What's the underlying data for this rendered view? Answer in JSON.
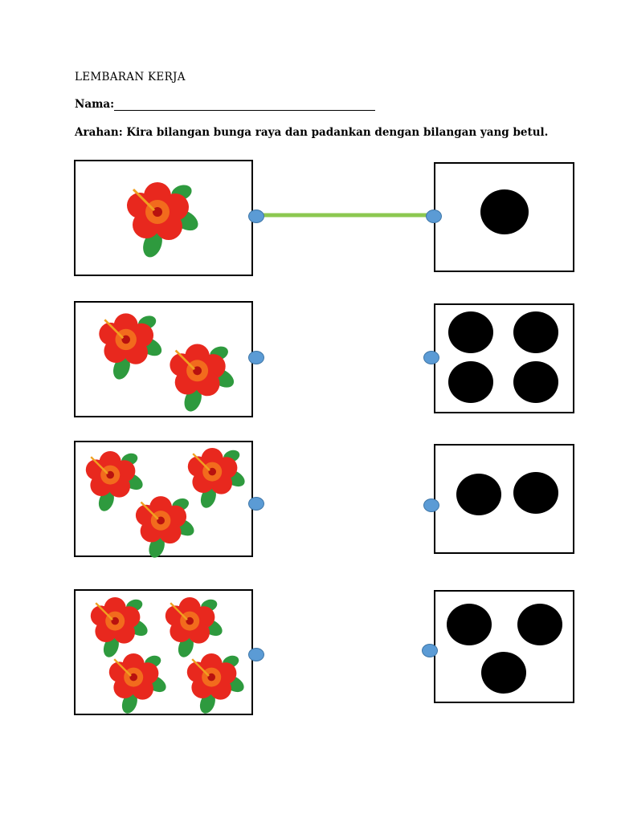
{
  "worksheet": {
    "title": "LEMBARAN KERJA",
    "name_label": "Nama:",
    "name_value": "",
    "instruction": "Arahan: Kira bilangan bunga raya dan padankan dengan bilangan yang betul."
  },
  "rows": [
    {
      "flower_count": 1,
      "dot_count": 1
    },
    {
      "flower_count": 2,
      "dot_count": 4
    },
    {
      "flower_count": 3,
      "dot_count": 2
    },
    {
      "flower_count": 4,
      "dot_count": 3
    }
  ],
  "matched_lines": [
    {
      "left_row": 1,
      "right_row": 1
    }
  ],
  "colors": {
    "connector": "#5b9bd5",
    "match_line": "#8cc850",
    "petal": "#e8281e",
    "petal_inner": "#f26b1d",
    "leaf": "#2e9a3e",
    "dot": "#000000"
  },
  "icons": {
    "flower": "hibiscus-flower-icon",
    "dot": "black-dot"
  }
}
